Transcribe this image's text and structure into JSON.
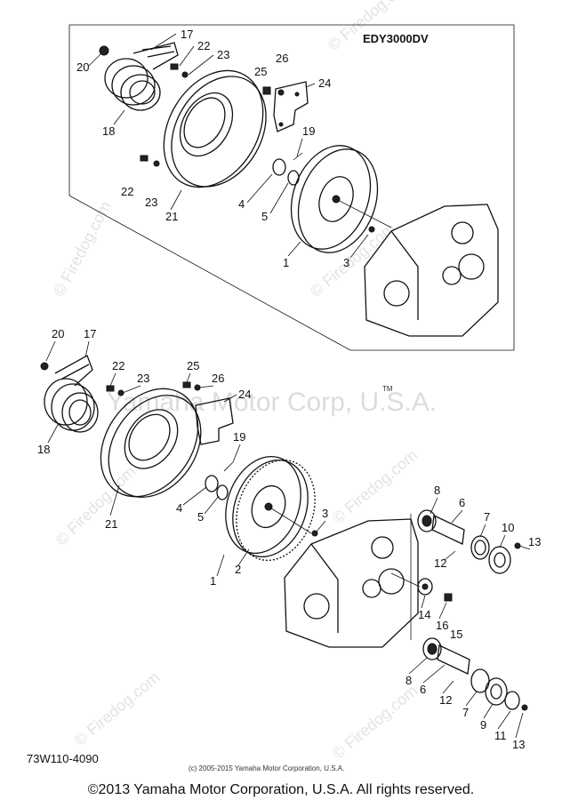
{
  "model_code": "EDY3000DV",
  "diagram_code": "73W110-4090",
  "watermark_brand": "© Firedog.com",
  "watermark_owner": "Yamaha Motor Corp, U.S.A.",
  "watermark_tm": "TM",
  "small_copyright": "(c) 2005-2015 Yamaha Motor Corporation, U.S.A.",
  "footer_copyright": "©2013 Yamaha Motor Corporation, U.S.A. All rights reserved.",
  "top_labels": {
    "l17": "17",
    "l22": "22",
    "l23": "23",
    "l20": "20",
    "l25": "25",
    "l26": "26",
    "l24": "24",
    "l18": "18",
    "l19": "19",
    "l22b": "22",
    "l23b": "23",
    "l4": "4",
    "l5": "5",
    "l21": "21",
    "l1": "1",
    "l3": "3"
  },
  "bottom_labels": {
    "l20": "20",
    "l17": "17",
    "l22": "22",
    "l23": "23",
    "l25": "25",
    "l26": "26",
    "l24": "24",
    "l18": "18",
    "l19": "19",
    "l4": "4",
    "l5": "5",
    "l21": "21",
    "l3": "3",
    "l2": "2",
    "l1": "1",
    "l8": "8",
    "l6": "6",
    "l7": "7",
    "l10": "10",
    "l13": "13",
    "l12": "12",
    "l14": "14",
    "l16": "16",
    "l15": "15",
    "l8b": "8",
    "l6b": "6",
    "l12b": "12",
    "l7b": "7",
    "l9": "9",
    "l11": "11",
    "l13b": "13"
  }
}
